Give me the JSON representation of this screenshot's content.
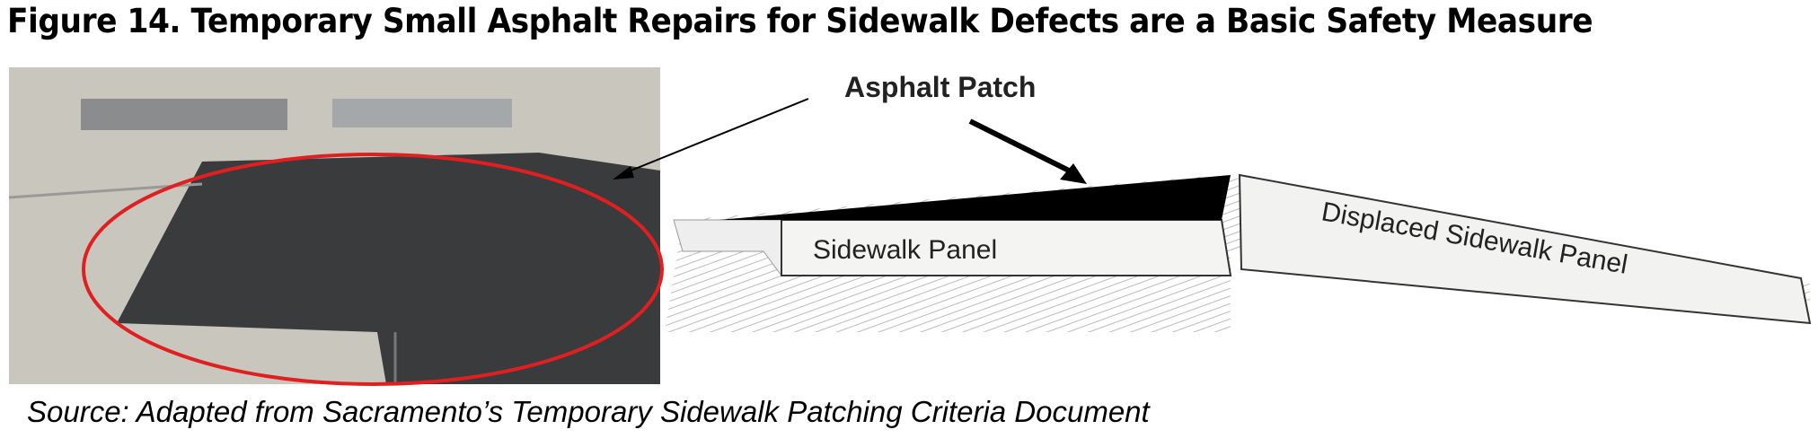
{
  "title": "Figure 14. Temporary Small Asphalt Repairs for Sidewalk Defects are a Basic Safety Measure",
  "diagram": {
    "callout": "Asphalt Patch",
    "panel_left": "Sidewalk Panel",
    "panel_right": "Displaced Sidewalk Panel"
  },
  "caption": "Source: Adapted from Sacramento’s Temporary Sidewalk Patching Criteria Document"
}
